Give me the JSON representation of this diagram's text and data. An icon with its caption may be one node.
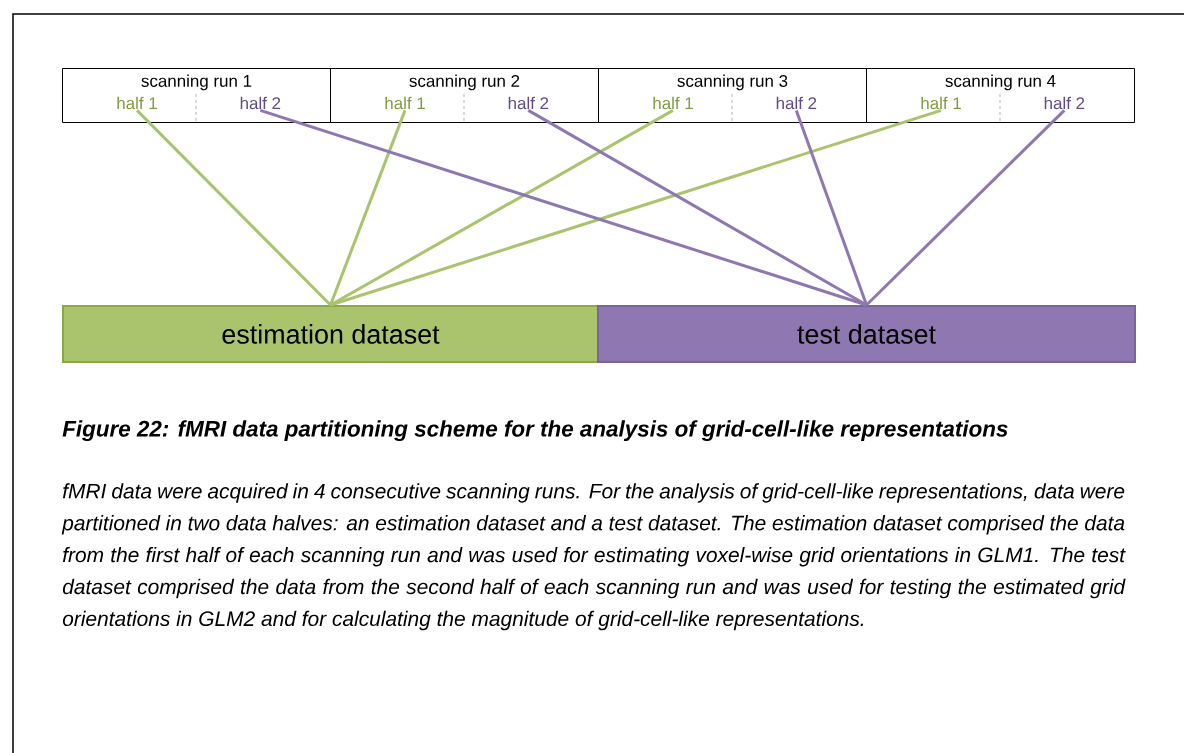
{
  "diagram": {
    "title": "Figure 22: fMRI data partitioning scheme for the analysis of grid-cell-like representations",
    "caption": "fMRI data were acquired in 4 consecutive scanning runs. For the analysis of grid-cell-like representations, data were partitioned in two data halves: an estimation dataset and a test dataset. The estimation dataset comprised the data from the first half of each scanning run and was used for estimating voxel-wise grid orientations in GLM1. The test dataset comprised the data from the second half of each scanning run and was used for testing the estimated grid orientations in GLM2 and for calculating the magnitude of grid-cell-like representations.",
    "nodes": [
      {
        "text": [
          "scanning run 1"
        ]
      },
      {
        "text": [
          "half 1"
        ],
        "in": 0
      },
      {
        "text": [
          "half 2"
        ],
        "in": 0
      },
      {
        "text": [
          "scanning run 2"
        ]
      },
      {
        "text": [
          "half 1"
        ],
        "in": 3
      },
      {
        "text": [
          "half 2"
        ],
        "in": 3
      },
      {
        "text": [
          "scanning run 3"
        ]
      },
      {
        "text": [
          "half 1"
        ],
        "in": 6
      },
      {
        "text": [
          "half 2"
        ],
        "in": 6
      },
      {
        "text": [
          "scanning run 4"
        ]
      },
      {
        "text": [
          "half 1"
        ],
        "in": 9
      },
      {
        "text": [
          "half 2"
        ],
        "in": 9
      },
      {
        "text": [
          "estimation dataset"
        ]
      },
      {
        "text": [
          "test dataset"
        ]
      }
    ],
    "edges": [
      {
        "from": 1,
        "to": 12,
        "arrow": "none",
        "color": "#a9c46c"
      },
      {
        "from": 4,
        "to": 12,
        "arrow": "none",
        "color": "#a9c46c"
      },
      {
        "from": 7,
        "to": 12,
        "arrow": "none",
        "color": "#a9c46c"
      },
      {
        "from": 10,
        "to": 12,
        "arrow": "none",
        "color": "#a9c46c"
      },
      {
        "from": 2,
        "to": 13,
        "arrow": "none",
        "color": "#8f78b2"
      },
      {
        "from": 5,
        "to": 13,
        "arrow": "none",
        "color": "#8f78b2"
      },
      {
        "from": 8,
        "to": 13,
        "arrow": "none",
        "color": "#8f78b2"
      },
      {
        "from": 11,
        "to": 13,
        "arrow": "none",
        "color": "#8f78b2"
      }
    ]
  }
}
